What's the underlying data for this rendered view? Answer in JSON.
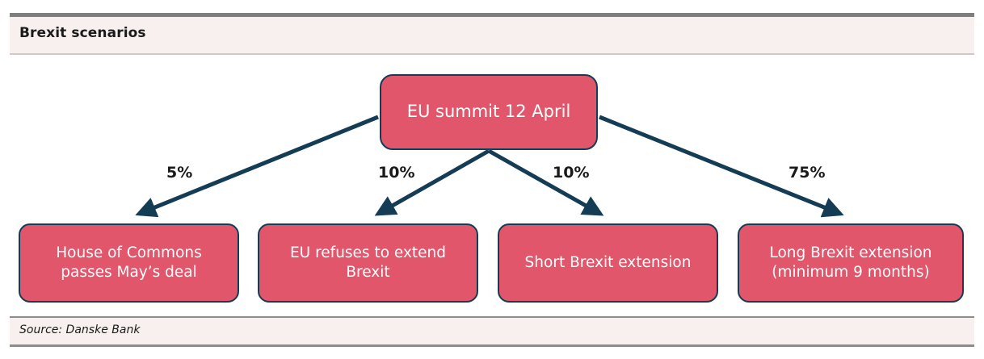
{
  "header": {
    "title": "Brexit scenarios"
  },
  "footer": {
    "source": "Source: Danske Bank"
  },
  "colors": {
    "node_fill": "#e2566b",
    "node_border": "#153c55",
    "connector": "#153c55",
    "band_background": "#f7f0ef",
    "rule": "#7f7f7f",
    "node_text": "#ffffff",
    "label_text": "#1a1a1a"
  },
  "diagram": {
    "type": "flowchart",
    "root": {
      "id": "eu-summit",
      "label": "EU summit 12 April"
    },
    "outcomes": [
      {
        "id": "commons-passes-deal",
        "label": "House of Commons passes May’s deal",
        "probability": "5%"
      },
      {
        "id": "eu-refuses-extension",
        "label": "EU refuses to extend Brexit",
        "probability": "10%"
      },
      {
        "id": "short-extension",
        "label": "Short Brexit extension",
        "probability": "10%"
      },
      {
        "id": "long-extension",
        "label": "Long Brexit extension (minimum 9 months)",
        "probability": "75%"
      }
    ]
  }
}
